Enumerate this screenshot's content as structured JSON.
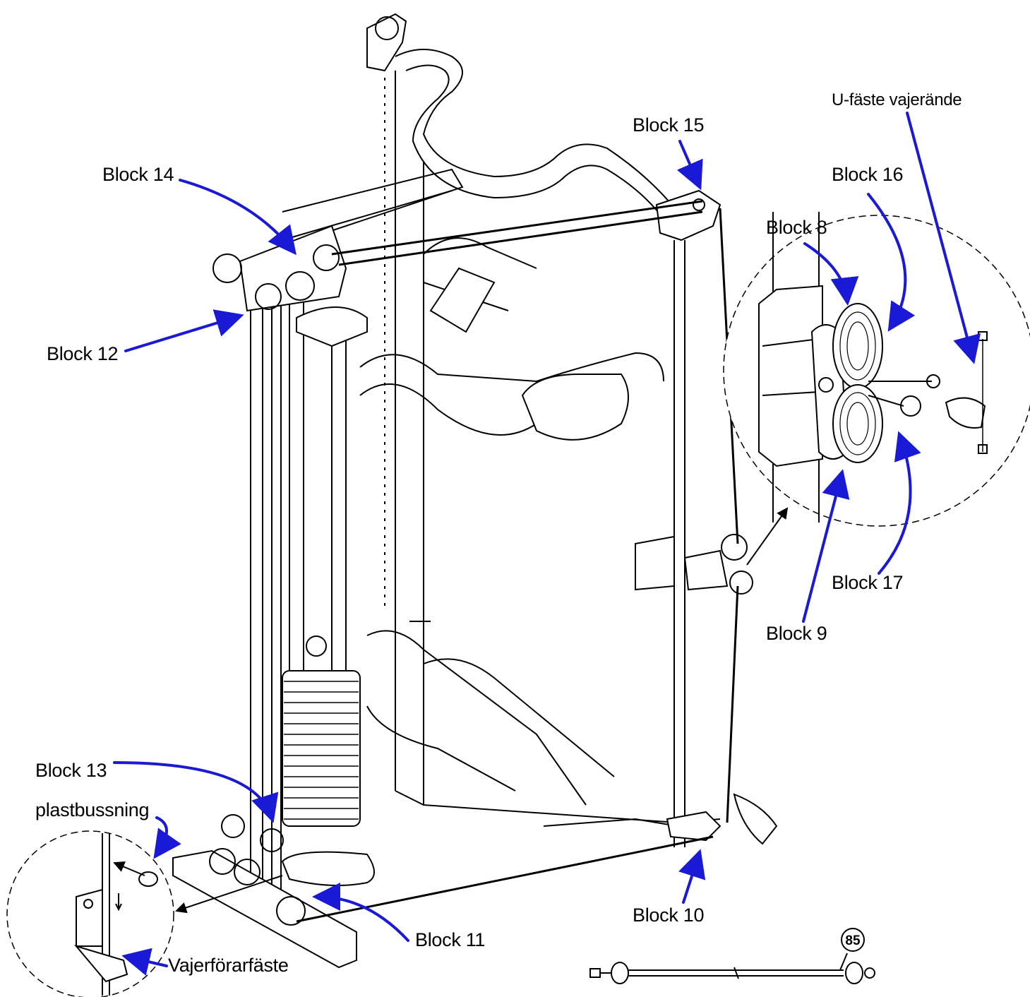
{
  "labels": {
    "block14": "Block 14",
    "block12": "Block 12",
    "block15": "Block 15",
    "block16": "Block 16",
    "block8": "Block 8",
    "block9": "Block 9",
    "block17": "Block 17",
    "block13": "Block 13",
    "block11": "Block 11",
    "block10": "Block 10",
    "u_faste": "U-fäste vajerände",
    "plastbussning": "plastbussning",
    "vajerforarfaste": "Vajerförarfäste",
    "part_number": "85"
  },
  "colors": {
    "arrow": "#1a1ad6",
    "line": "#000000",
    "background": "#ffffff"
  }
}
